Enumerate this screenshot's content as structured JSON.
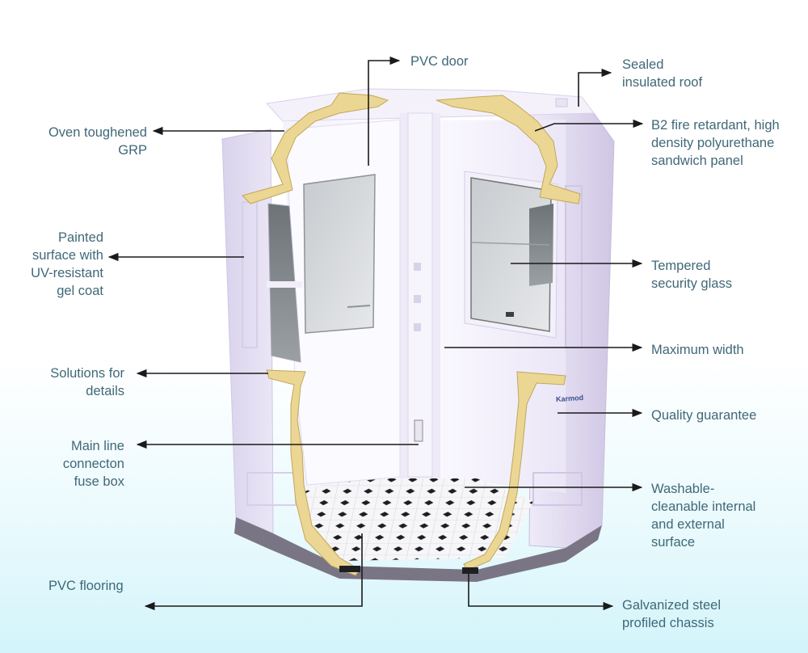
{
  "brand_mark": "Karmod",
  "labels": {
    "pvc_door": [
      "PVC door"
    ],
    "sealed_roof": [
      "Sealed",
      "insulated roof"
    ],
    "oven_grp": [
      "Oven toughened",
      "GRP"
    ],
    "fire_panel": [
      "B2 fire retardant, high",
      "density polyurethane",
      "sandwich panel"
    ],
    "painted_surface": [
      "Painted",
      "surface with",
      "UV-resistant",
      "gel coat"
    ],
    "tempered_glass": [
      "Tempered",
      "security glass"
    ],
    "max_width": [
      "Maximum width"
    ],
    "details": [
      "Solutions for",
      "details"
    ],
    "quality": [
      "Quality guarantee"
    ],
    "main_line": [
      "Main line",
      "connecton",
      "fuse box"
    ],
    "washable": [
      "Washable-",
      "cleanable internal",
      "and external",
      "surface"
    ],
    "pvc_flooring": [
      "PVC flooring"
    ],
    "chassis": [
      "Galvanized steel",
      "profiled chassis"
    ]
  },
  "colors": {
    "label_text": "#3f6878",
    "arrow": "#1a1a1a",
    "insulation": "#ecd694",
    "shell": "#ece6f8"
  }
}
